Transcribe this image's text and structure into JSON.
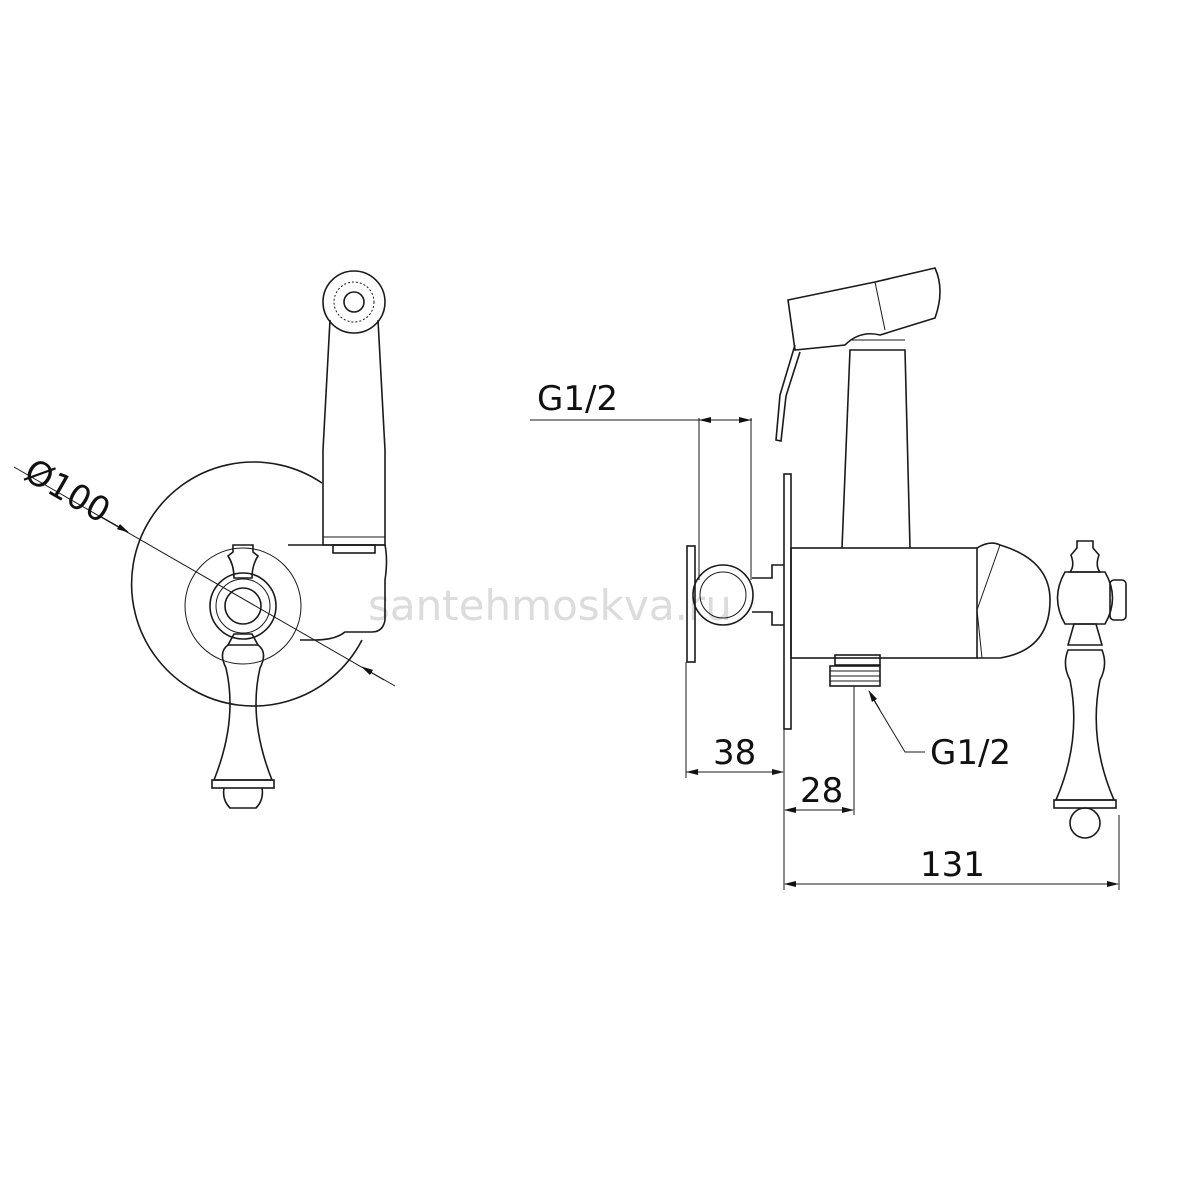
{
  "watermark": "santehmoskva.ru",
  "front_view": {
    "diameter_label": "Ø100"
  },
  "side_view": {
    "inlet_thread_label": "G1/2",
    "outlet_thread_label": "G1/2",
    "dim_depth_label": "38",
    "dim_outlet_offset_label": "28",
    "dim_total_length_label": "131"
  },
  "colors": {
    "line": "#1a1a1a",
    "watermark": "#dcdcdc"
  }
}
